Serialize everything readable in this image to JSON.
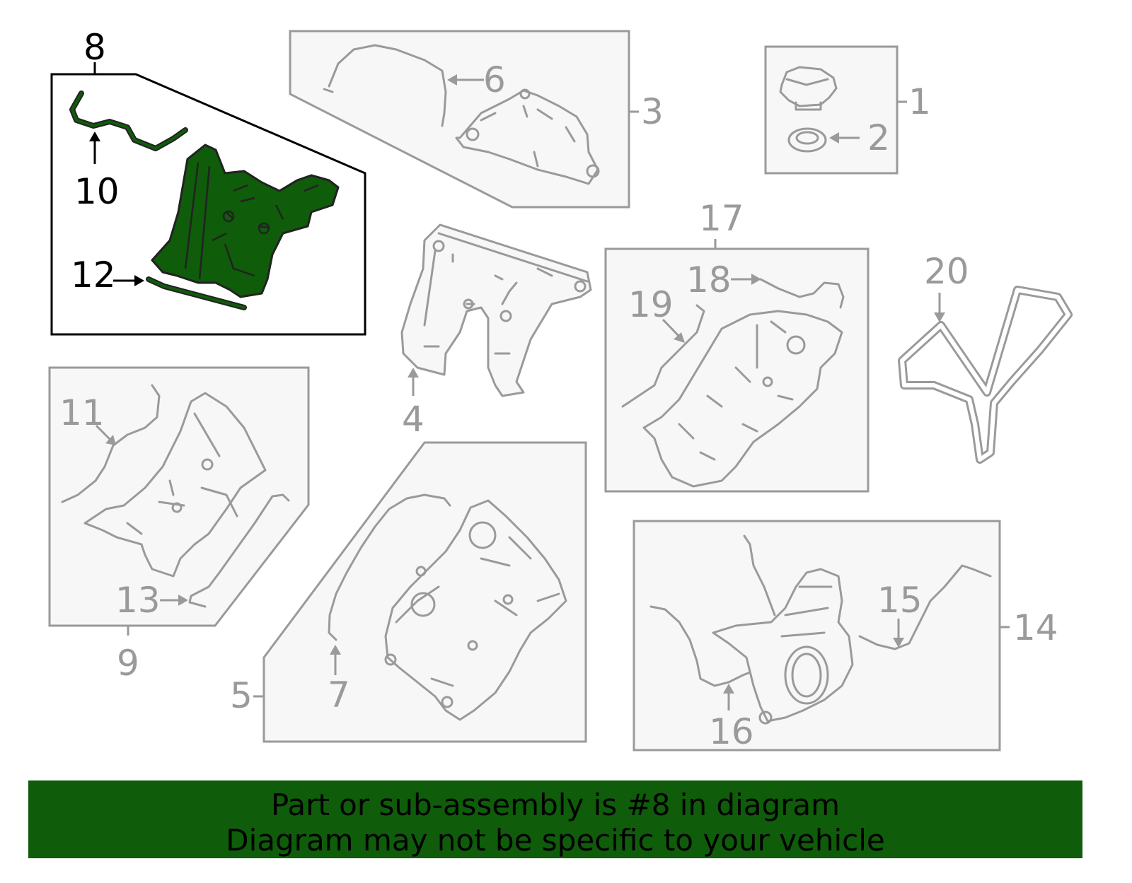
{
  "callouts": [
    {
      "id": "c1",
      "text": "1",
      "highlight": false
    },
    {
      "id": "c2",
      "text": "2",
      "highlight": false
    },
    {
      "id": "c3",
      "text": "3",
      "highlight": false
    },
    {
      "id": "c4",
      "text": "4",
      "highlight": false
    },
    {
      "id": "c5",
      "text": "5",
      "highlight": false
    },
    {
      "id": "c6",
      "text": "6",
      "highlight": false
    },
    {
      "id": "c7",
      "text": "7",
      "highlight": false
    },
    {
      "id": "c8",
      "text": "8",
      "highlight": true
    },
    {
      "id": "c9",
      "text": "9",
      "highlight": false
    },
    {
      "id": "c10",
      "text": "10",
      "highlight": true
    },
    {
      "id": "c11",
      "text": "11",
      "highlight": false
    },
    {
      "id": "c12",
      "text": "12",
      "highlight": true
    },
    {
      "id": "c13",
      "text": "13",
      "highlight": false
    },
    {
      "id": "c14",
      "text": "14",
      "highlight": false
    },
    {
      "id": "c15",
      "text": "15",
      "highlight": false
    },
    {
      "id": "c16",
      "text": "16",
      "highlight": false
    },
    {
      "id": "c17",
      "text": "17",
      "highlight": false
    },
    {
      "id": "c18",
      "text": "18",
      "highlight": false
    },
    {
      "id": "c19",
      "text": "19",
      "highlight": false
    },
    {
      "id": "c20",
      "text": "20",
      "highlight": false
    }
  ],
  "banner": {
    "line1": "Part or sub-assembly is #8 in diagram",
    "line2": "Diagram may not be specific to your vehicle"
  },
  "colors": {
    "highlight_green": "#0f5c0a",
    "outline_gray": "#9a9a9a",
    "panel_fill": "#f7f7f7"
  }
}
